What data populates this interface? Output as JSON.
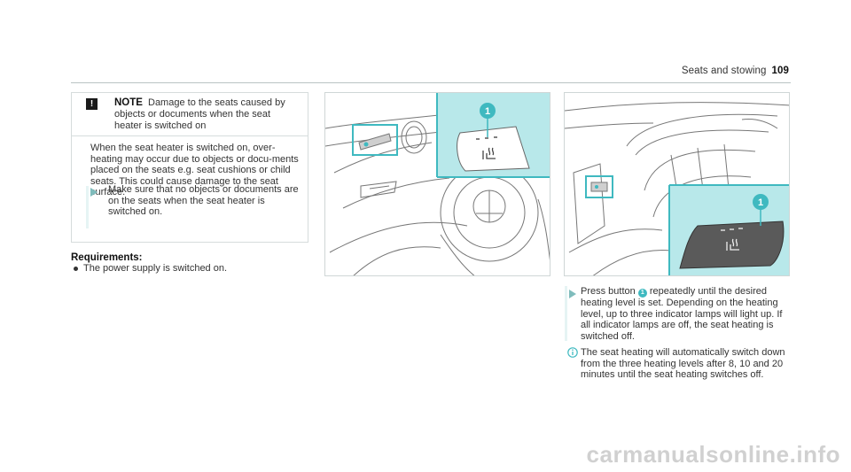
{
  "header": {
    "section_title": "Seats and stowing",
    "page_number": "109"
  },
  "note": {
    "label": "NOTE",
    "title_line1": "Damage to the seats caused by",
    "title_line2": "objects or documents when the seat heater is switched on",
    "body": "When the seat heater is switched on, over-heating may occur due to objects or docu-ments placed on the seats e.g. seat cushions or child seats. This could cause damage to the seat surface.",
    "action": "Make sure that no objects or documents are on the seats when the seat heater is switched on."
  },
  "requirements": {
    "title": "Requirements:",
    "items": [
      "The power supply is switched on."
    ]
  },
  "figures": {
    "accent_color": "#3fb9c0",
    "callout_fill": "#b8e8ea",
    "callout_number": "1"
  },
  "step": {
    "text_before": "Press button",
    "badge": "1",
    "text_after": "repeatedly until the desired heating level is set. Depending on the heating level, up to three indicator lamps will light up. If all indicator lamps are off, the seat heating is switched off."
  },
  "info": {
    "text": "The seat heating will automatically switch down from the three heating levels after 8, 10 and 20 minutes until the seat heating switches off."
  },
  "watermark": "carmanualsonline.info"
}
